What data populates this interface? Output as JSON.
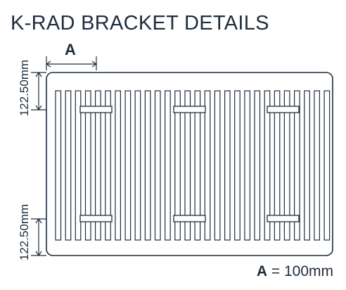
{
  "title": "K-RAD BRACKET DETAILS",
  "dimension_a_label": "A",
  "dimension_top_label": "122.50mm",
  "dimension_bottom_label": "122.50mm",
  "legend": {
    "symbol": "A",
    "text": " = 100mm"
  },
  "colors": {
    "stroke": "#1f2d3b",
    "background": "#ffffff"
  }
}
